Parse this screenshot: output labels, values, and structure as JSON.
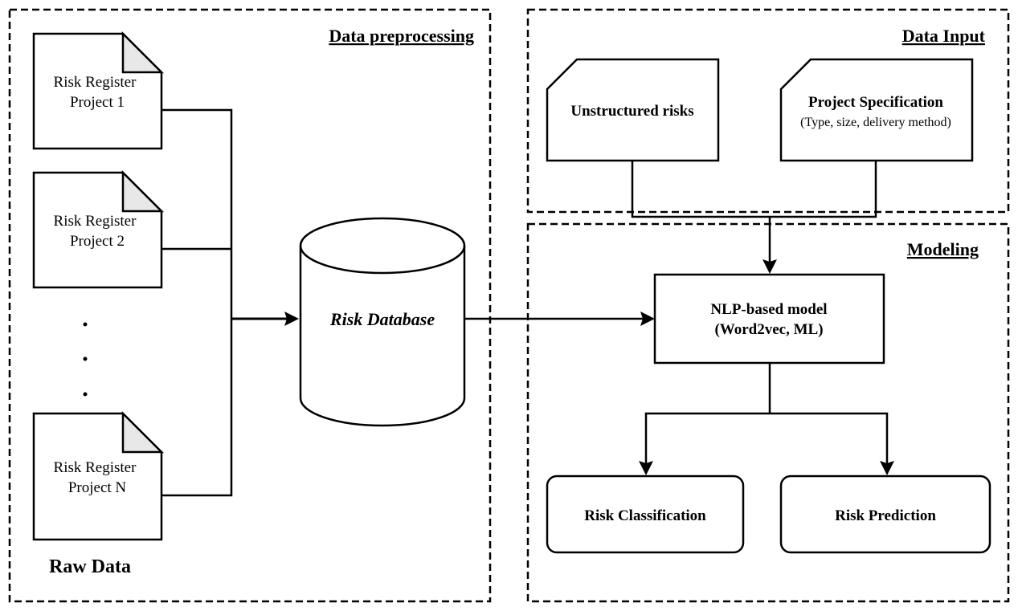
{
  "panels": {
    "preprocessing_title": "Data preprocessing",
    "input_title": "Data Input",
    "modeling_title": "Modeling"
  },
  "raw_data": {
    "caption": "Raw Data",
    "documents": [
      {
        "line1": "Risk Register",
        "line2": "Project 1"
      },
      {
        "line1": "Risk Register",
        "line2": "Project 2"
      },
      {
        "line1": "Risk Register",
        "line2": "Project N"
      }
    ]
  },
  "database": {
    "label": "Risk Database"
  },
  "inputs": {
    "unstructured": "Unstructured risks",
    "spec_title": "Project Specification",
    "spec_detail": "(Type, size, delivery method)"
  },
  "model": {
    "line1": "NLP-based model",
    "line2": "(Word2vec, ML)"
  },
  "outputs": {
    "classification": "Risk Classification",
    "prediction": "Risk Prediction"
  }
}
